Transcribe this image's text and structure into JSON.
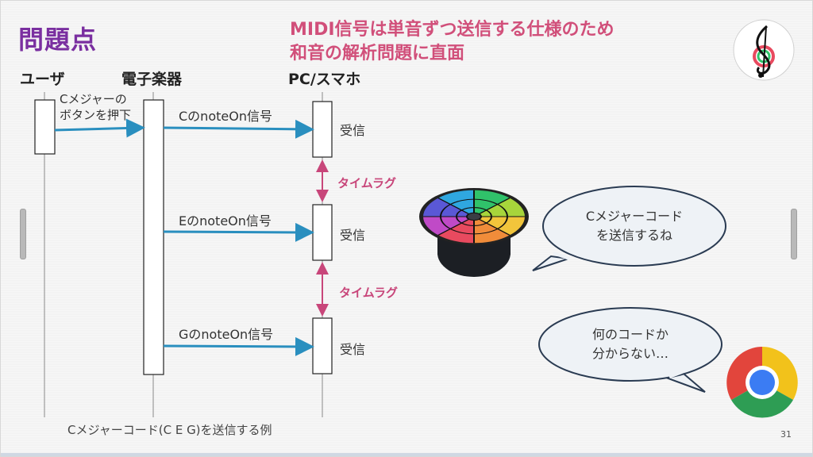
{
  "slide": {
    "title": "問題点",
    "headline_line1": "MIDI信号は単音ずつ送信する仕様のため",
    "headline_line2": "和音の解析問題に直面",
    "page_number": "31",
    "caption": "Cメジャーコード(C E G)を送信する例"
  },
  "lanes": {
    "user": "ユーザ",
    "instrument": "電子楽器",
    "pc": "PC/スマホ"
  },
  "user_action_line1": "Cメジャーの",
  "user_action_line2": "ボタンを押下",
  "messages": [
    {
      "label": "CのnoteOn信号",
      "received": "受信"
    },
    {
      "label": "EのnoteOn信号",
      "received": "受信"
    },
    {
      "label": "GのnoteOn信号",
      "received": "受信"
    }
  ],
  "lags": [
    "タイムラグ",
    "タイムラグ"
  ],
  "bubbles": {
    "instrument_line1": "Cメジャーコード",
    "instrument_line2": "を送信するね",
    "browser_line1": "何のコードか",
    "browser_line2": "分からない…"
  },
  "icons": {
    "logo": "treble-clef-rainbow-logo-icon",
    "device": "rainbow-circular-midi-controller-icon",
    "browser": "chrome-browser-icon"
  },
  "colors": {
    "title": "#7a2fa0",
    "headline": "#d14f7a",
    "arrow": "#2a8fbf",
    "lag": "#c8467a"
  }
}
